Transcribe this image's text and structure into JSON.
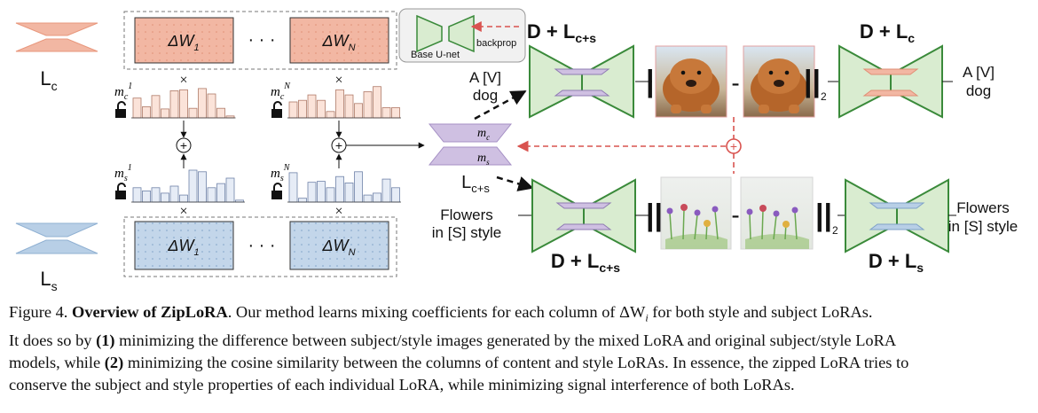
{
  "figure": {
    "lora_content_label": "L",
    "lora_content_sub": "c",
    "lora_style_label": "L",
    "lora_style_sub": "s",
    "delta_w_first": "ΔW",
    "delta_w_first_sub": "1",
    "delta_w_last": "ΔW",
    "delta_w_last_sub": "N",
    "ellipsis": "· · ·",
    "coef_content_first": "m",
    "coef_content_first_sub": "c",
    "coef_content_first_sup": "1",
    "coef_content_last": "m",
    "coef_content_last_sub": "c",
    "coef_content_last_sup": "N",
    "coef_style_first": "m",
    "coef_style_first_sub": "s",
    "coef_style_first_sup": "1",
    "coef_style_last": "m",
    "coef_style_last_sub": "s",
    "coef_style_last_sup": "N",
    "times": "×",
    "plus": "+",
    "merged_top": "m",
    "merged_top_sub": "c",
    "merged_bottom": "m",
    "merged_bottom_sub": "s",
    "merged_label": "L",
    "merged_label_sub": "c+s",
    "legend_unet": "Base U-net",
    "legend_backprop": "backprop",
    "top_left_model": "D + L",
    "top_left_model_sub": "c+s",
    "top_right_model": "D + L",
    "top_right_model_sub": "c",
    "bottom_left_model": "D + L",
    "bottom_left_model_sub": "c+s",
    "bottom_right_model": "D + L",
    "bottom_right_model_sub": "s",
    "prompt_subject_line1": "A [V]",
    "prompt_subject_line2": "dog",
    "prompt_style_line1": "Flowers",
    "prompt_style_line2": "in [S] style",
    "norm_bars": "||",
    "norm_sub": "2",
    "minus": "-"
  },
  "bars": {
    "content_first": [
      0.62,
      0.35,
      0.7,
      0.28,
      0.85,
      0.88,
      0.3,
      0.92,
      0.75,
      0.3,
      0.06
    ],
    "content_last": [
      0.5,
      0.55,
      0.72,
      0.55,
      0.2,
      0.88,
      0.72,
      0.45,
      0.82,
      0.98,
      0.32,
      0.32
    ],
    "style_first": [
      0.45,
      0.35,
      0.45,
      0.28,
      0.5,
      0.22,
      1.0,
      0.95,
      0.45,
      0.58,
      0.75,
      0.06
    ],
    "style_last": [
      0.92,
      0.12,
      0.62,
      0.65,
      0.45,
      0.8,
      0.6,
      0.95,
      0.22,
      0.28,
      0.72,
      0.45
    ]
  },
  "colors": {
    "content": "#f2b7a3",
    "content_dark": "#e8977c",
    "style": "#b8cfe6",
    "style_dark": "#8fb0d2",
    "merged": "#cfc0e2",
    "unet": "#d9ecd0",
    "unet_stroke": "#3a8a3a",
    "backprop": "#d9534f"
  },
  "caption": {
    "prefix": "Figure 4.",
    "title": "Overview of ZipLoRA",
    "line1_rest": ". Our method learns mixing coefficients for each column of ΔW",
    "line1_sub": "i",
    "line1_end": " for both style and subject LoRAs.",
    "line2_a": "It does so by ",
    "line2_n1": "(1)",
    "line2_b": " minimizing the difference between subject/style images generated by the mixed LoRA and original subject/style LoRA",
    "line3_a": "models, while ",
    "line3_n2": "(2)",
    "line3_b": " minimizing the cosine similarity between the columns of content and style LoRAs. In essence, the zipped LoRA tries to",
    "line4": "conserve the subject and style properties of each individual LoRA, while minimizing signal interference of both LoRAs."
  }
}
